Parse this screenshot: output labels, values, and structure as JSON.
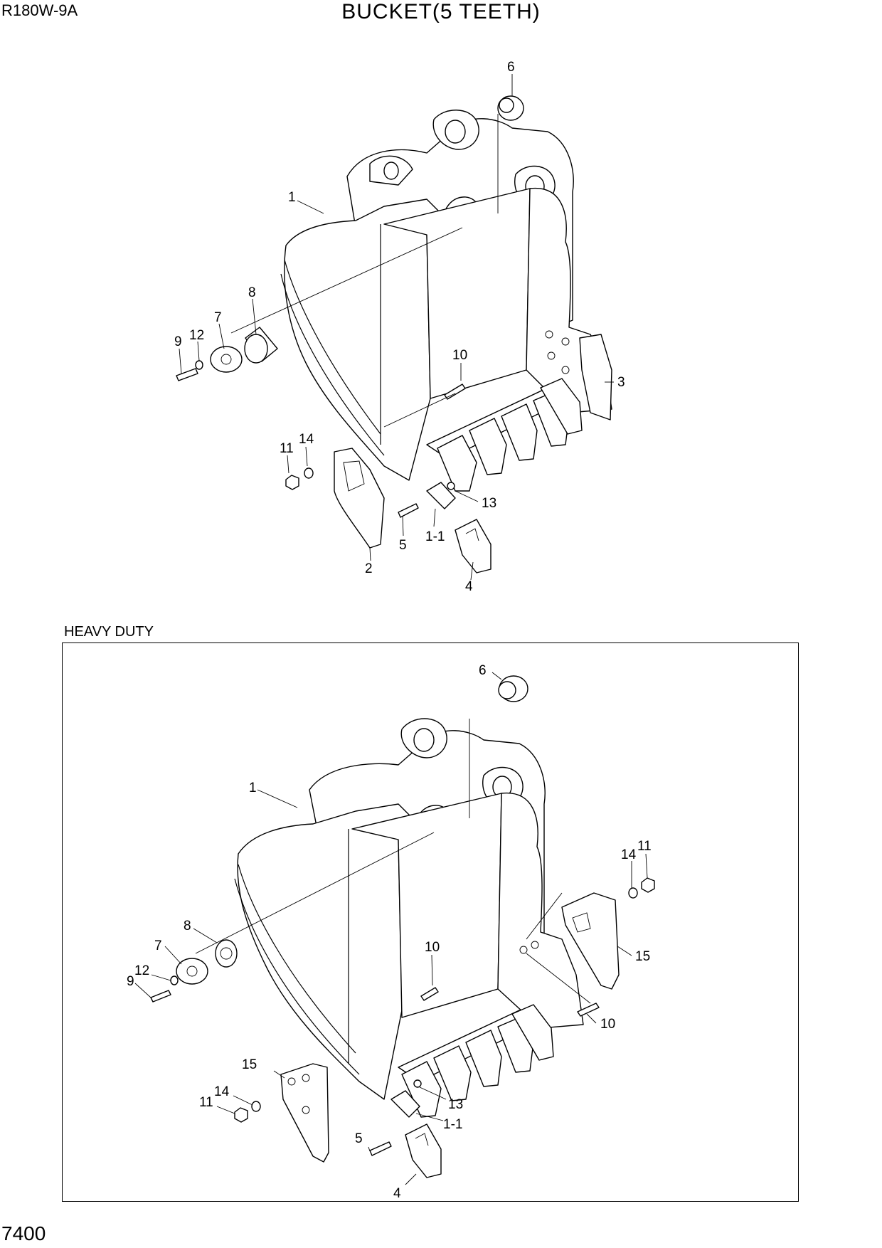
{
  "header": {
    "model": "R180W-9A",
    "title": "BUCKET(5 TEETH)"
  },
  "footer": {
    "page_number": "7400"
  },
  "sections": [
    {
      "label": "",
      "callouts": [
        "1",
        "1-1",
        "2",
        "3",
        "4",
        "5",
        "6",
        "7",
        "8",
        "9",
        "10",
        "11",
        "12",
        "13",
        "14"
      ]
    },
    {
      "label": "HEAVY DUTY",
      "callouts": [
        "1",
        "1-1",
        "4",
        "5",
        "6",
        "7",
        "8",
        "9",
        "10",
        "10",
        "11",
        "11",
        "12",
        "13",
        "14",
        "14",
        "15",
        "15"
      ]
    }
  ]
}
